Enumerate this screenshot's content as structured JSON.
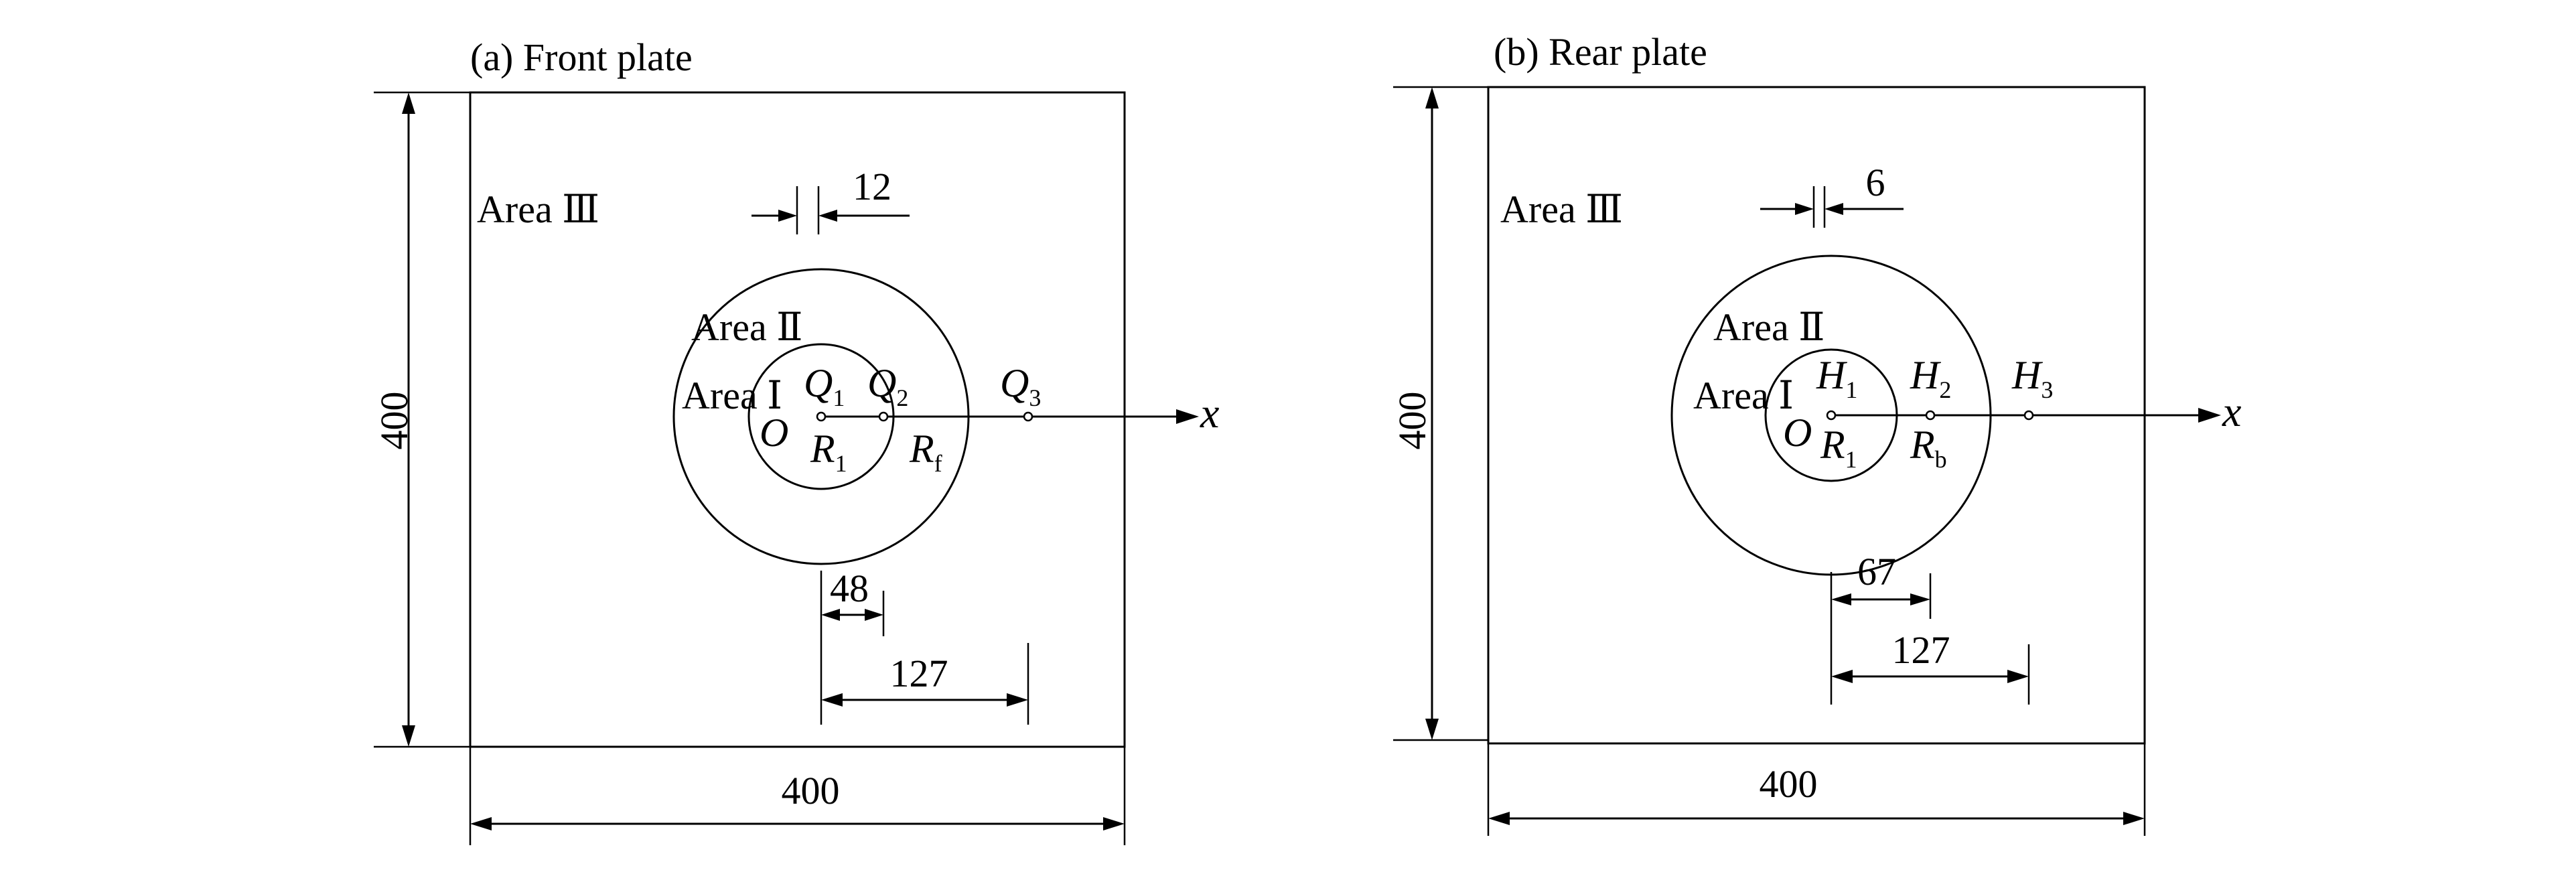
{
  "front": {
    "title": "(a) Front plate",
    "area3": "Area Ⅲ",
    "area2": "Area Ⅱ",
    "area1": "Area Ⅰ",
    "width_label": "400",
    "height_label": "400",
    "spacing_label": "12",
    "r1_dim_label": "48",
    "q3_dim_label": "127",
    "origin_label": "O",
    "x_axis_label": "x",
    "q1": {
      "main": "Q",
      "sub": "1"
    },
    "q2": {
      "main": "Q",
      "sub": "2"
    },
    "q3": {
      "main": "Q",
      "sub": "3"
    },
    "r1": {
      "main": "R",
      "sub": "1"
    },
    "rf": {
      "main": "R",
      "sub": "f"
    }
  },
  "rear": {
    "title": "(b) Rear plate",
    "area3": "Area Ⅲ",
    "area2": "Area Ⅱ",
    "area1": "Area Ⅰ",
    "width_label": "400",
    "height_label": "400",
    "spacing_label": "6",
    "rb_dim_label": "67",
    "h3_dim_label": "127",
    "origin_label": "O",
    "x_axis_label": "x",
    "h1": {
      "main": "H",
      "sub": "1"
    },
    "h2": {
      "main": "H",
      "sub": "2"
    },
    "h3": {
      "main": "H",
      "sub": "3"
    },
    "r1": {
      "main": "R",
      "sub": "1"
    },
    "rb": {
      "main": "R",
      "sub": "b"
    }
  }
}
